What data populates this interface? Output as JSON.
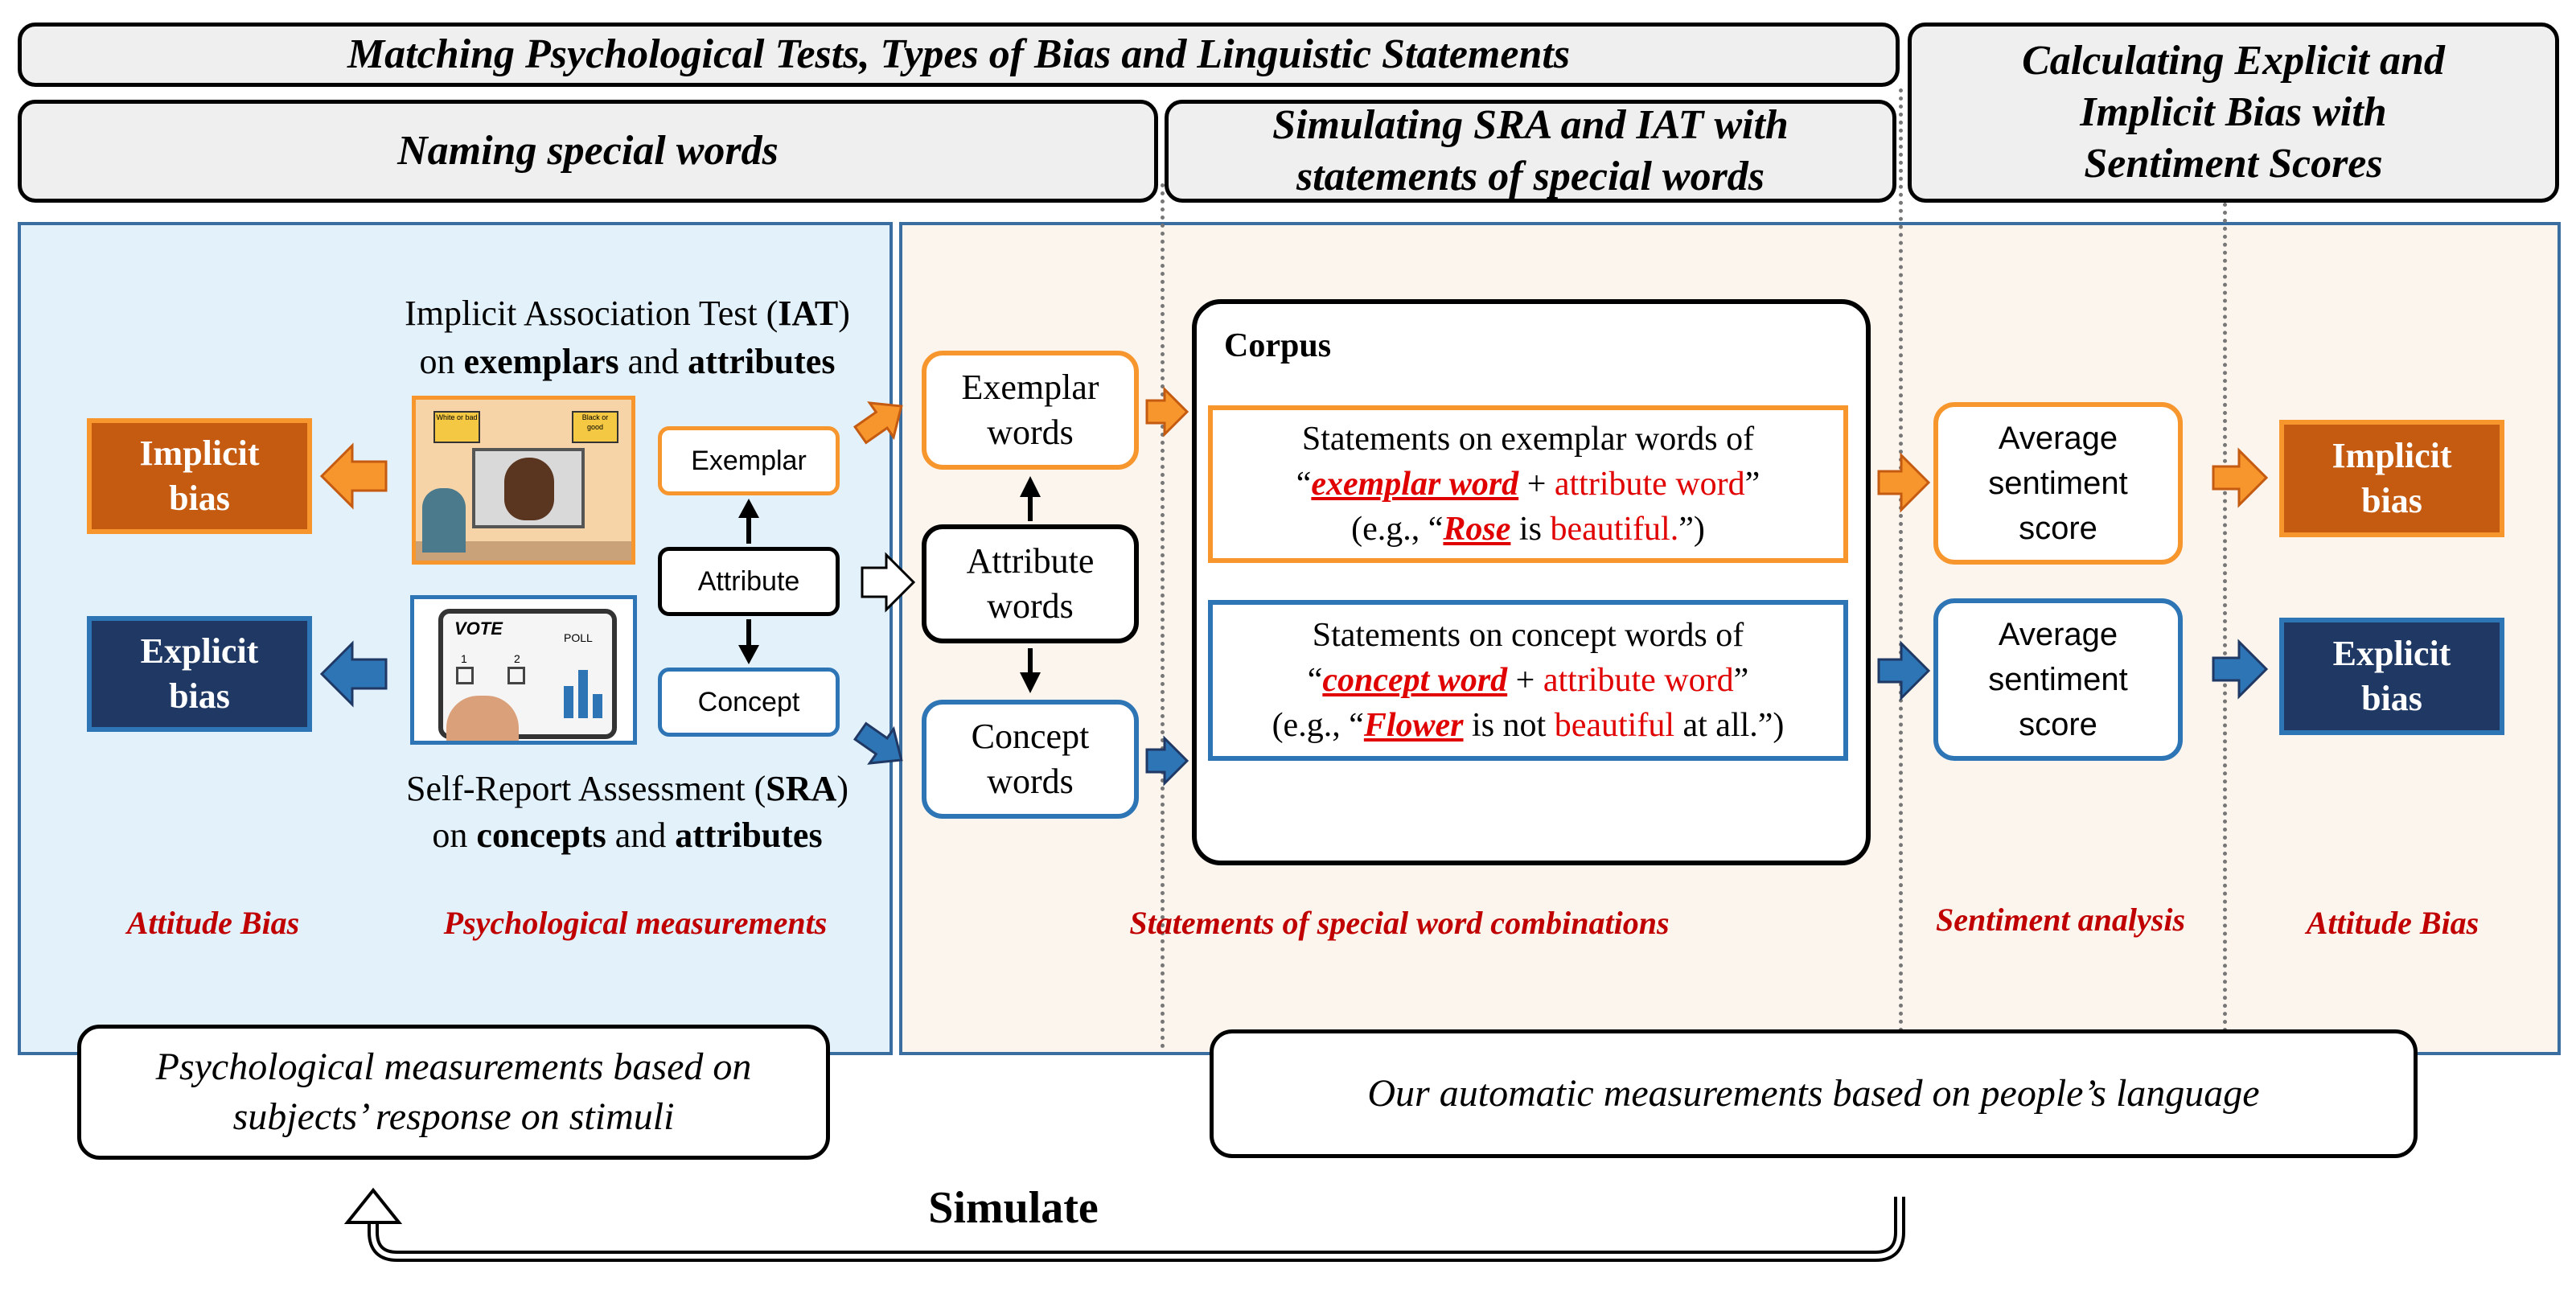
{
  "headers": {
    "matching": "Matching Psychological Tests, Types of Bias and Linguistic Statements",
    "naming": "Naming special words",
    "simulating_line1": "Simulating SRA and IAT with",
    "simulating_line2": "statements of special words",
    "calculating_line1": "Calculating Explicit and",
    "calculating_line2": "Implicit Bias with",
    "calculating_line3": "Sentiment Scores"
  },
  "left": {
    "implicit_bias_line1": "Implicit",
    "implicit_bias_line2": "bias",
    "explicit_bias_line1": "Explicit",
    "explicit_bias_line2": "bias",
    "iat_title_prefix": "Implicit Association Test (",
    "iat_abbrev": "IAT",
    "iat_title_suffix": ")",
    "iat_on": "on ",
    "iat_exemplars": "exemplars",
    "iat_and": " and ",
    "iat_attributes": "attributes",
    "sra_title_prefix": "Self-Report Assessment (",
    "sra_abbrev": "SRA",
    "sra_title_suffix": ")",
    "sra_on": "on ",
    "sra_concepts": "concepts",
    "sra_and": " and ",
    "sra_attributes": "attributes",
    "exemplar": "Exemplar",
    "attribute": "Attribute",
    "concept": "Concept",
    "iat_sign_left": "White or bad",
    "iat_sign_right": "Black or good",
    "vote_label": "VOTE",
    "poll_label": "POLL",
    "vote_option1": "1",
    "vote_option2": "2"
  },
  "words": {
    "exemplar_line1": "Exemplar",
    "exemplar_line2": "words",
    "attribute_line1": "Attribute",
    "attribute_line2": "words",
    "concept_line1": "Concept",
    "concept_line2": "words"
  },
  "corpus": {
    "title": "Corpus",
    "ex_line1": "Statements on exemplar words of",
    "ex_open": "“",
    "ex_word": "exemplar word",
    "ex_plus": " + ",
    "ex_attr": "attribute word",
    "ex_close": "”",
    "ex_eg_open": "(e.g., “",
    "ex_eg_word": "Rose",
    "ex_eg_is": " is ",
    "ex_eg_attr": "beautiful.",
    "ex_eg_close": "”)",
    "co_line1": "Statements on concept words of",
    "co_open": "“",
    "co_word": "concept word",
    "co_plus": " + ",
    "co_attr": "attribute word",
    "co_close": "”",
    "co_eg_open": "(e.g., “",
    "co_eg_word": "Flower",
    "co_eg_is": " is not ",
    "co_eg_attr": "beautiful",
    "co_eg_close": " at all.”)"
  },
  "sentiment": {
    "line1": "Average",
    "line2": "sentiment",
    "line3": "score"
  },
  "right": {
    "implicit_line1": "Implicit",
    "implicit_line2": "bias",
    "explicit_line1": "Explicit",
    "explicit_line2": "bias"
  },
  "captions": {
    "attitude_bias_left": "Attitude Bias",
    "psych_measurements": "Psychological measurements",
    "statements_combos": "Statements of special word combinations",
    "sentiment_analysis": "Sentiment analysis",
    "attitude_bias_right": "Attitude Bias"
  },
  "bottom": {
    "psych_line1": "Psychological measurements based on",
    "psych_line2": "subjects’ response on stimuli",
    "auto": "Our automatic measurements based on people’s language",
    "simulate": "Simulate"
  },
  "colors": {
    "orange": "#f7962d",
    "orange_dark": "#c55a11",
    "blue": "#2e75b6",
    "navy": "#1f3864",
    "red": "#e00000",
    "caption_red": "#c00000"
  }
}
